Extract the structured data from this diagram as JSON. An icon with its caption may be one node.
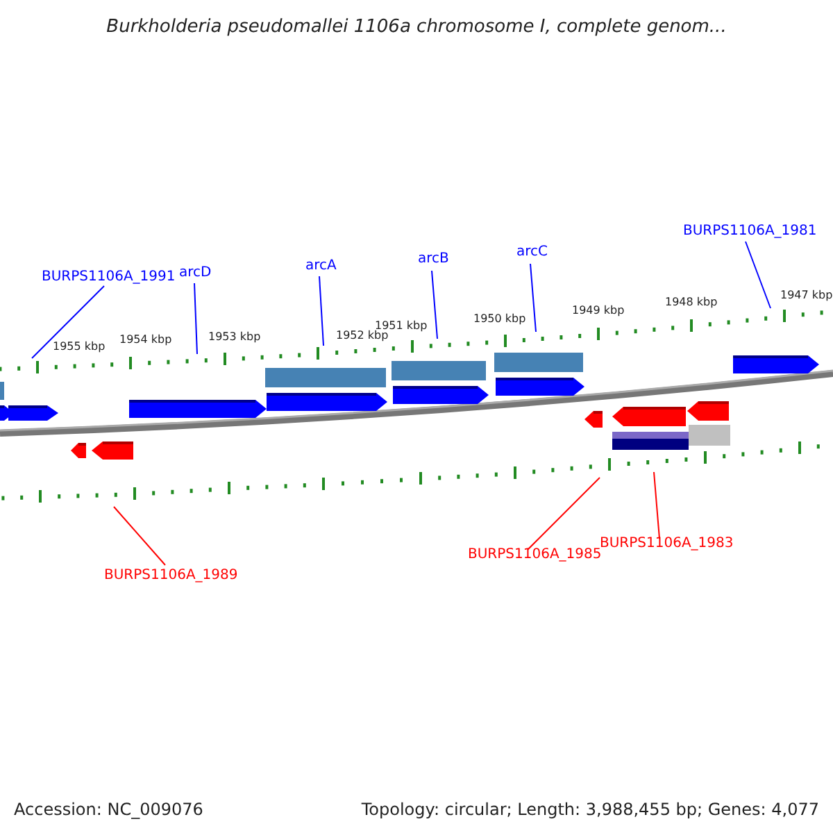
{
  "diagram": {
    "title": "Burkholderia pseudomallei 1106a chromosome I, complete genom...",
    "nodes": [
      {
        "text": [
          "BURPS1106A_1991"
        ]
      },
      {
        "text": [
          "arcD"
        ]
      },
      {
        "text": [
          "arcA"
        ]
      },
      {
        "text": [
          "arcB"
        ]
      },
      {
        "text": [
          "arcC"
        ]
      },
      {
        "text": [
          "BURPS1106A_1981"
        ]
      },
      {
        "text": [
          "BURPS1106A_1989"
        ]
      },
      {
        "text": [
          "BURPS1106A_1985"
        ]
      },
      {
        "text": [
          "BURPS1106A_1983"
        ]
      }
    ],
    "edges": [
      {
        "from": 0,
        "to": null,
        "arrow": "none"
      },
      {
        "from": 1,
        "to": null,
        "arrow": "none"
      },
      {
        "from": 2,
        "to": null,
        "arrow": "none"
      },
      {
        "from": 3,
        "to": null,
        "arrow": "none"
      },
      {
        "from": 4,
        "to": null,
        "arrow": "none"
      },
      {
        "from": 5,
        "to": null,
        "arrow": "none"
      },
      {
        "from": 6,
        "to": null,
        "arrow": "none",
        "color": "#ff0000"
      },
      {
        "from": 7,
        "to": null,
        "arrow": "none",
        "color": "#ff0000"
      },
      {
        "from": 8,
        "to": null,
        "arrow": "none",
        "color": "#ff0000"
      }
    ],
    "labels": [
      "1955 kbp",
      "1954 kbp",
      "1953 kbp",
      "1952 kbp",
      "1951 kbp",
      "1950 kbp",
      "1949 kbp",
      "1948 kbp",
      "1947 kbp",
      "Accession: NC_009076",
      "Topology: circular; Length: 3,988,455 bp; Genes: 4,077"
    ]
  }
}
